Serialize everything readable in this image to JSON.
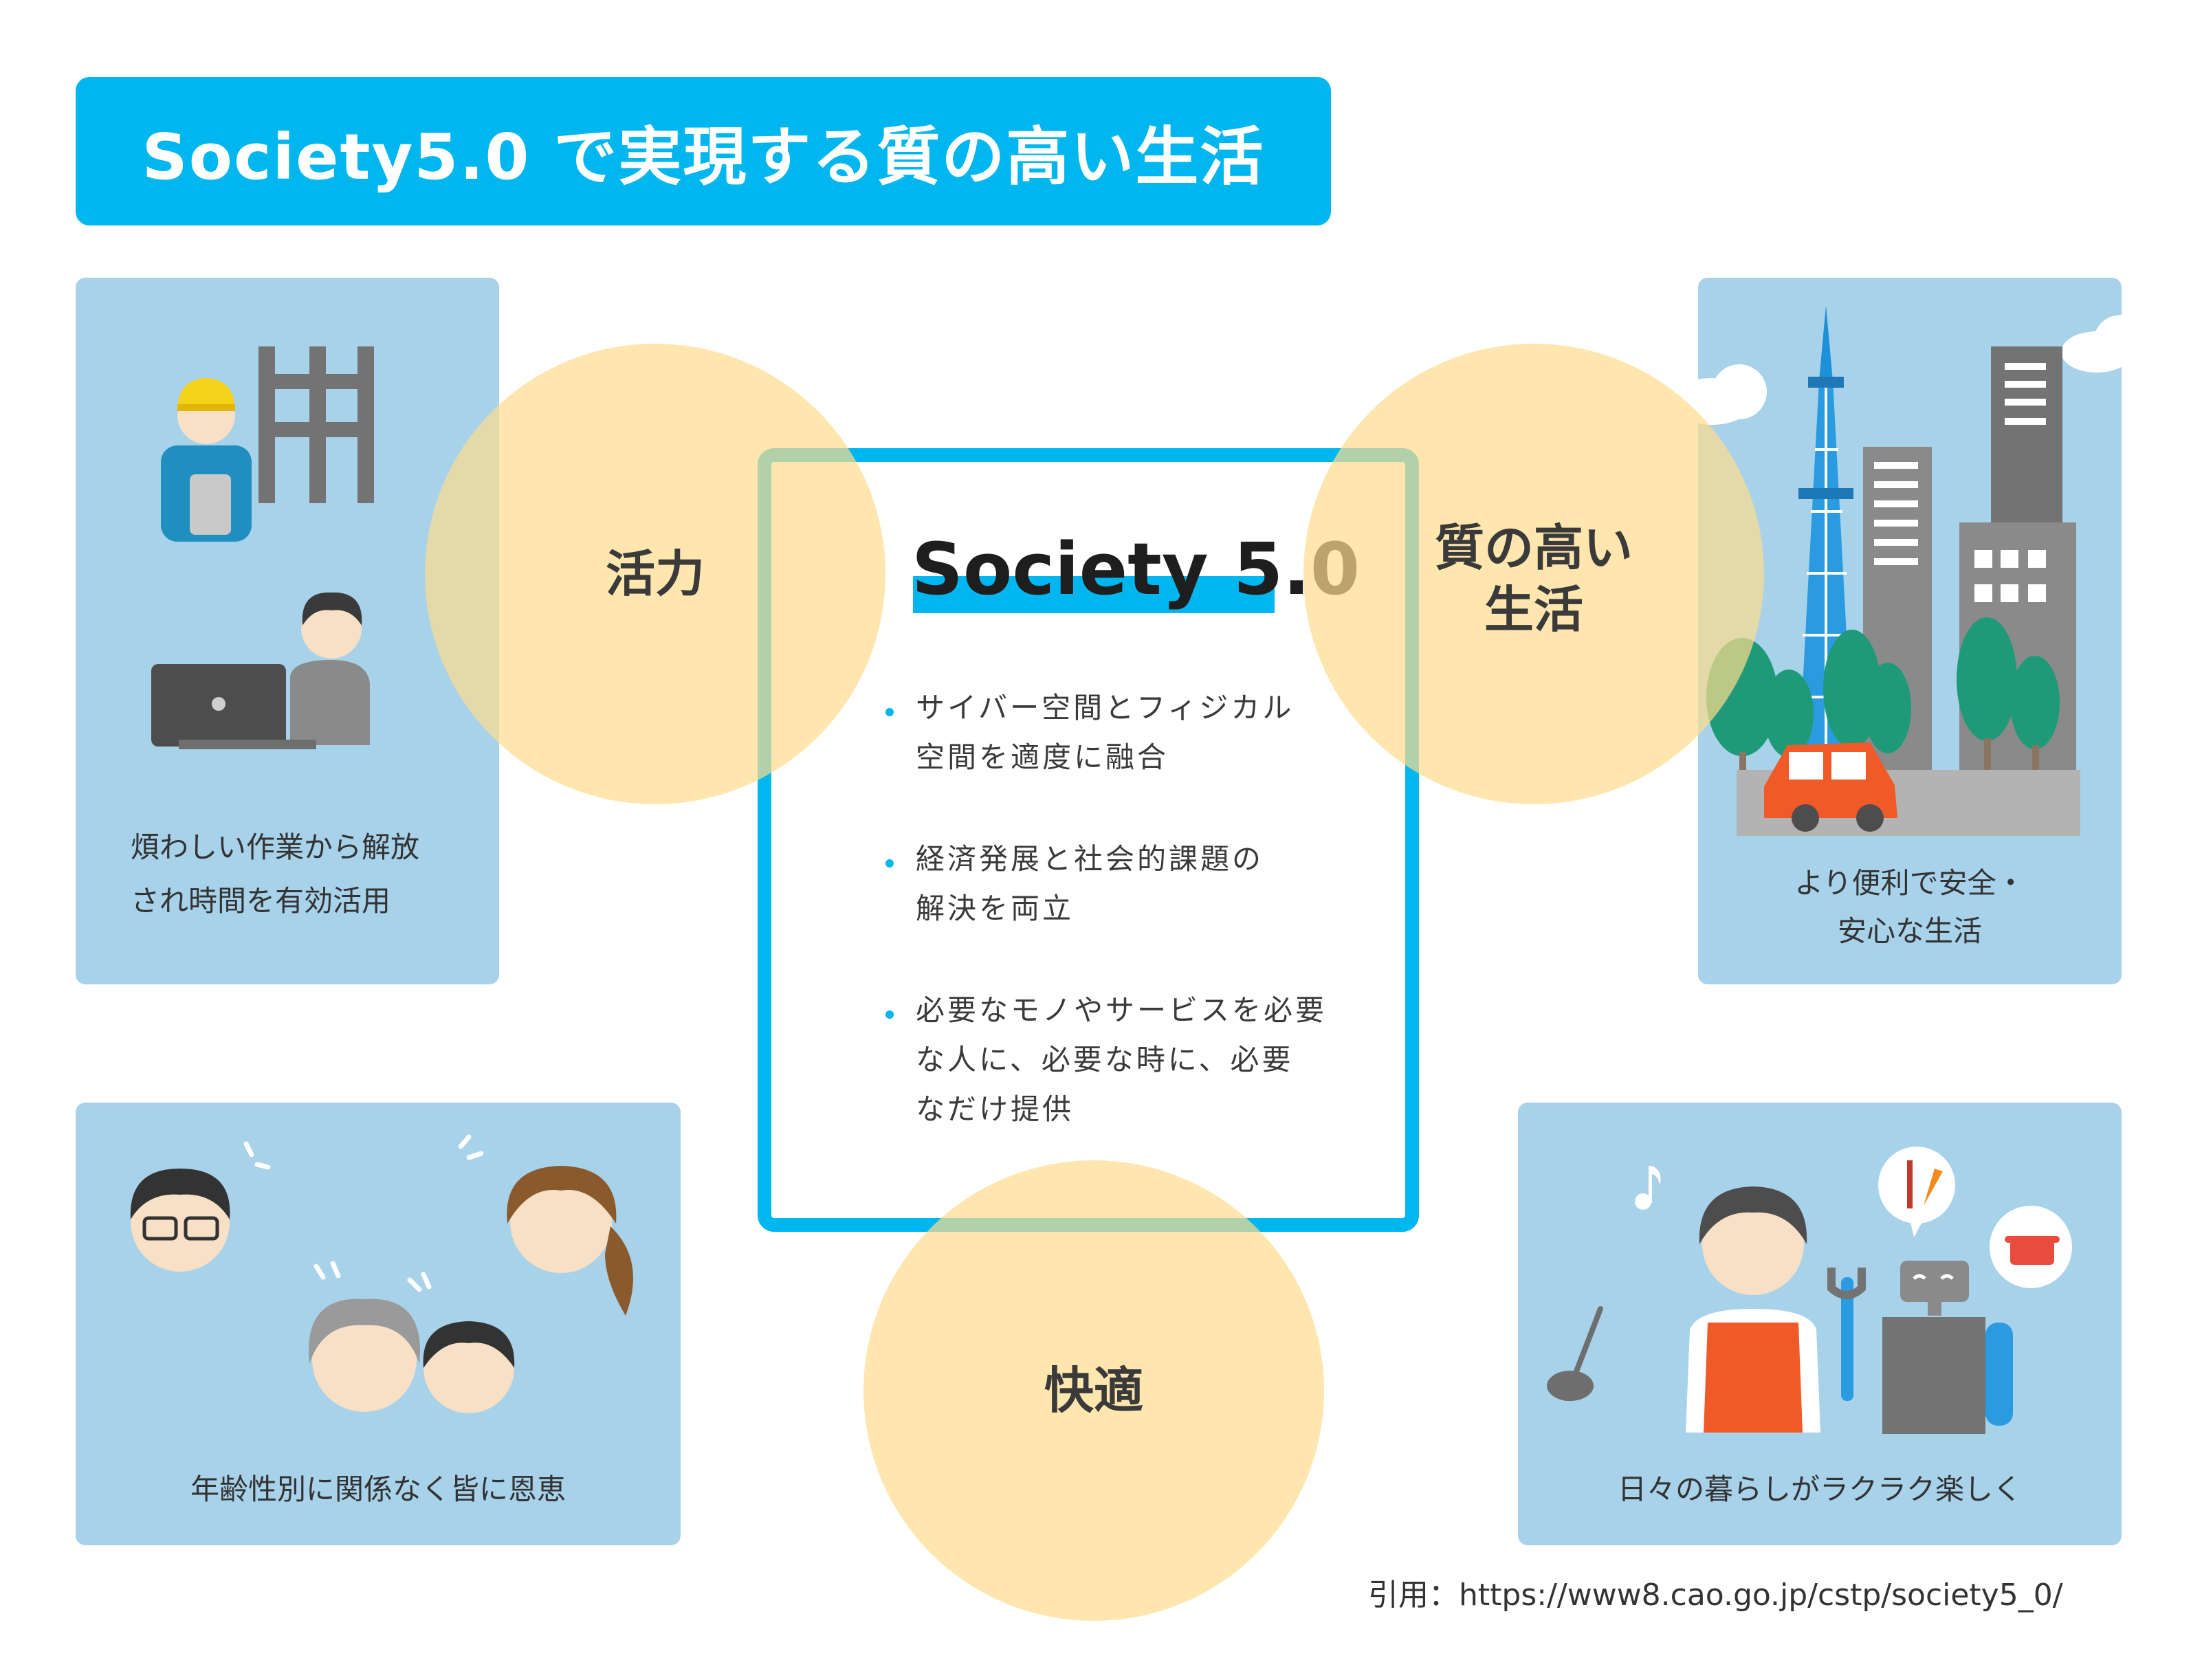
{
  "title": "Society5.0 で実現する質の高い生活",
  "center": {
    "heading": "Society 5.0",
    "bullets": [
      {
        "line1": "サイバー空間とフィジカル",
        "line2": "空間を適度に融合"
      },
      {
        "line1": "経済発展と社会的課題の",
        "line2": "解決を両立"
      },
      {
        "line1": "必要なモノやサービスを必要",
        "line2": "な人に、必要な時に、必要",
        "line3": "なだけ提供"
      }
    ]
  },
  "circles": {
    "vitality": "活力",
    "quality_line1": "質の高い",
    "quality_line2": "生活",
    "comfort": "快適"
  },
  "panels": {
    "top_left": {
      "line1": "煩わしい作業から解放",
      "line2": "され時間を有効活用"
    },
    "top_right": {
      "line1": "より便利で安全・",
      "line2": "安心な生活"
    },
    "bottom_left": {
      "line1": "年齢性別に関係なく皆に恩恵"
    },
    "bottom_right": {
      "line1": "日々の暮らしがラクラク楽しく"
    }
  },
  "citation": "引用：https://www8.cao.go.jp/cstp/society5_0/",
  "colors": {
    "accent_blue": "#00b6ee",
    "panel_blue": "#a7d2ea",
    "circle_yellow": "#fddc8c"
  }
}
